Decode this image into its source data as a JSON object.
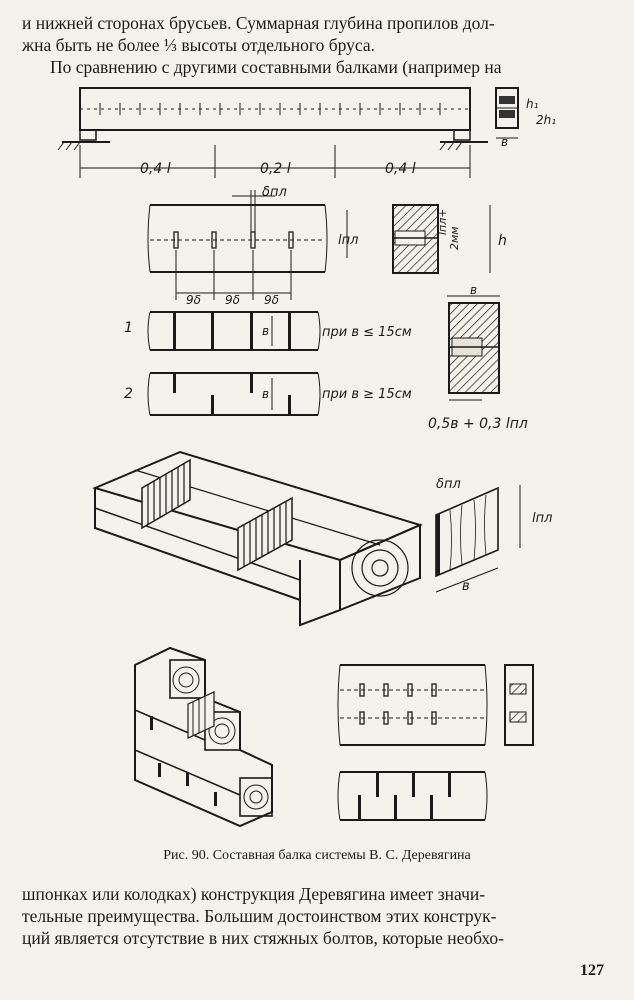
{
  "page": {
    "top_line1": "и нижней сторонах брусьев. Суммарная глубина пропилов дол-",
    "top_line2": "жна быть не более ⅓ высоты отдельного бруса.",
    "top_line3": "По сравнению с другими составными балками (например на",
    "caption": "Рис. 90. Составная балка системы В. С. Деревягина",
    "bottom_line1": "шпонках или колодках) конструкция Деревягина имеет значи-",
    "bottom_line2": "тельные преимущества. Большим достоинством этих конструк-",
    "bottom_line3": "ций является отсутствие в них стяжных болтов, которые необхо-",
    "page_number": "127"
  },
  "figure": {
    "span_left": "0,4 l",
    "span_mid": "0,2 l",
    "span_right": "0,4 l",
    "h1": "h₁",
    "two_h1": "2h₁",
    "b": "в",
    "h": "h",
    "delta_pl": "δпл",
    "l_pl": "lпл",
    "spacing": "9δ",
    "row1": "1",
    "row2": "2",
    "cond1": "при в ≤ 15см",
    "cond2": "при в ≥ 15см",
    "formula": "0,5в + 0,3 lпл",
    "sec_top": "lпл+",
    "sec_mid": "2мм"
  }
}
